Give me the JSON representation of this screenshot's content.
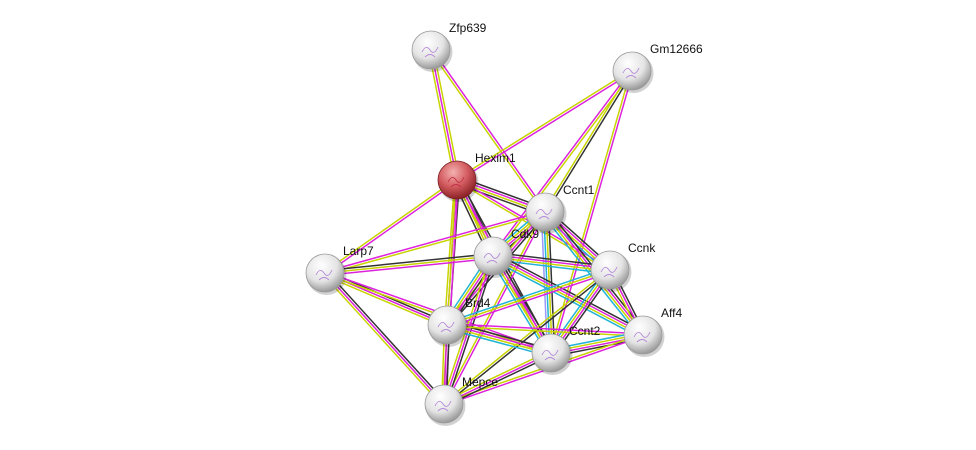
{
  "evidence_colors": {
    "coexpression": "#333333",
    "experiments": "#dd22dd",
    "textmining": "#c8d400",
    "databases": "#22b4d8",
    "homology": "#9999ff"
  },
  "nodes": [
    {
      "id": "Zfp639",
      "label": "Zfp639",
      "color": "#e8e8e8"
    },
    {
      "id": "Gm12666",
      "label": "Gm12666",
      "color": "#e8e8e8"
    },
    {
      "id": "Hexim1",
      "label": "Hexim1",
      "color": "#d9545a"
    },
    {
      "id": "Ccnt1",
      "label": "Ccnt1",
      "color": "#e8e8e8"
    },
    {
      "id": "Cdk9",
      "label": "Cdk9",
      "color": "#e8e8e8"
    },
    {
      "id": "Ccnk",
      "label": "Ccnk",
      "color": "#e8e8e8"
    },
    {
      "id": "Larp7",
      "label": "Larp7",
      "color": "#e8e8e8"
    },
    {
      "id": "Brd4",
      "label": "Brd4",
      "color": "#e8e8e8"
    },
    {
      "id": "Aff4",
      "label": "Aff4",
      "color": "#e8e8e8"
    },
    {
      "id": "Ccnt2",
      "label": "Ccnt2",
      "color": "#e8e8e8"
    },
    {
      "id": "Mepce",
      "label": "Mepce",
      "color": "#e8e8e8"
    }
  ],
  "edges": [
    [
      "Zfp639",
      "Hexim1",
      [
        "textmining",
        "experiments",
        "textmining"
      ]
    ],
    [
      "Zfp639",
      "Ccnt1",
      [
        "experiments",
        "textmining"
      ]
    ],
    [
      "Gm12666",
      "Hexim1",
      [
        "experiments",
        "textmining"
      ]
    ],
    [
      "Gm12666",
      "Ccnt1",
      [
        "coexpression",
        "textmining"
      ]
    ],
    [
      "Gm12666",
      "Cdk9",
      [
        "textmining",
        "experiments"
      ]
    ],
    [
      "Gm12666",
      "Ccnt2",
      [
        "experiments",
        "textmining"
      ]
    ],
    [
      "Hexim1",
      "Ccnt1",
      [
        "coexpression",
        "experiments",
        "textmining",
        "coexpression"
      ]
    ],
    [
      "Hexim1",
      "Cdk9",
      [
        "coexpression",
        "experiments",
        "textmining",
        "coexpression"
      ]
    ],
    [
      "Hexim1",
      "Brd4",
      [
        "coexpression",
        "experiments",
        "textmining"
      ]
    ],
    [
      "Hexim1",
      "Larp7",
      [
        "experiments",
        "textmining"
      ]
    ],
    [
      "Hexim1",
      "Ccnt2",
      [
        "coexpression",
        "experiments",
        "textmining"
      ]
    ],
    [
      "Hexim1",
      "Mepce",
      [
        "experiments",
        "textmining"
      ]
    ],
    [
      "Hexim1",
      "Ccnk",
      [
        "experiments",
        "textmining"
      ]
    ],
    [
      "Larp7",
      "Ccnt1",
      [
        "experiments",
        "textmining"
      ]
    ],
    [
      "Larp7",
      "Cdk9",
      [
        "coexpression",
        "textmining",
        "experiments"
      ]
    ],
    [
      "Larp7",
      "Brd4",
      [
        "coexpression",
        "experiments",
        "textmining"
      ]
    ],
    [
      "Larp7",
      "Mepce",
      [
        "coexpression",
        "experiments",
        "textmining"
      ]
    ],
    [
      "Larp7",
      "Ccnt2",
      [
        "experiments",
        "textmining"
      ]
    ],
    [
      "Ccnt1",
      "Cdk9",
      [
        "coexpression",
        "experiments",
        "textmining",
        "databases"
      ]
    ],
    [
      "Ccnt1",
      "Ccnk",
      [
        "coexpression",
        "experiments",
        "textmining",
        "databases"
      ]
    ],
    [
      "Ccnt1",
      "Aff4",
      [
        "coexpression",
        "experiments",
        "textmining",
        "databases"
      ]
    ],
    [
      "Ccnt1",
      "Ccnt2",
      [
        "coexpression",
        "textmining",
        "databases",
        "homology"
      ]
    ],
    [
      "Ccnt1",
      "Brd4",
      [
        "coexpression",
        "experiments",
        "textmining"
      ]
    ],
    [
      "Ccnt1",
      "Mepce",
      [
        "experiments",
        "textmining"
      ]
    ],
    [
      "Cdk9",
      "Ccnk",
      [
        "coexpression",
        "experiments",
        "textmining",
        "databases"
      ]
    ],
    [
      "Cdk9",
      "Aff4",
      [
        "coexpression",
        "experiments",
        "textmining",
        "databases"
      ]
    ],
    [
      "Cdk9",
      "Ccnt2",
      [
        "coexpression",
        "experiments",
        "textmining",
        "databases"
      ]
    ],
    [
      "Cdk9",
      "Brd4",
      [
        "coexpression",
        "experiments",
        "textmining",
        "databases"
      ]
    ],
    [
      "Cdk9",
      "Mepce",
      [
        "coexpression",
        "experiments",
        "textmining"
      ]
    ],
    [
      "Ccnk",
      "Aff4",
      [
        "coexpression",
        "experiments",
        "textmining"
      ]
    ],
    [
      "Ccnk",
      "Ccnt2",
      [
        "coexpression",
        "experiments",
        "textmining",
        "databases"
      ]
    ],
    [
      "Ccnk",
      "Brd4",
      [
        "experiments",
        "textmining",
        "databases"
      ]
    ],
    [
      "Ccnk",
      "Mepce",
      [
        "coexpression",
        "textmining"
      ]
    ],
    [
      "Brd4",
      "Ccnt2",
      [
        "coexpression",
        "experiments",
        "textmining",
        "databases"
      ]
    ],
    [
      "Brd4",
      "Aff4",
      [
        "experiments",
        "textmining"
      ]
    ],
    [
      "Brd4",
      "Mepce",
      [
        "coexpression",
        "experiments",
        "textmining"
      ]
    ],
    [
      "Aff4",
      "Ccnt2",
      [
        "coexpression",
        "experiments",
        "textmining",
        "databases"
      ]
    ],
    [
      "Aff4",
      "Mepce",
      [
        "experiments",
        "textmining"
      ]
    ],
    [
      "Ccnt2",
      "Mepce",
      [
        "coexpression",
        "experiments",
        "textmining"
      ]
    ]
  ]
}
